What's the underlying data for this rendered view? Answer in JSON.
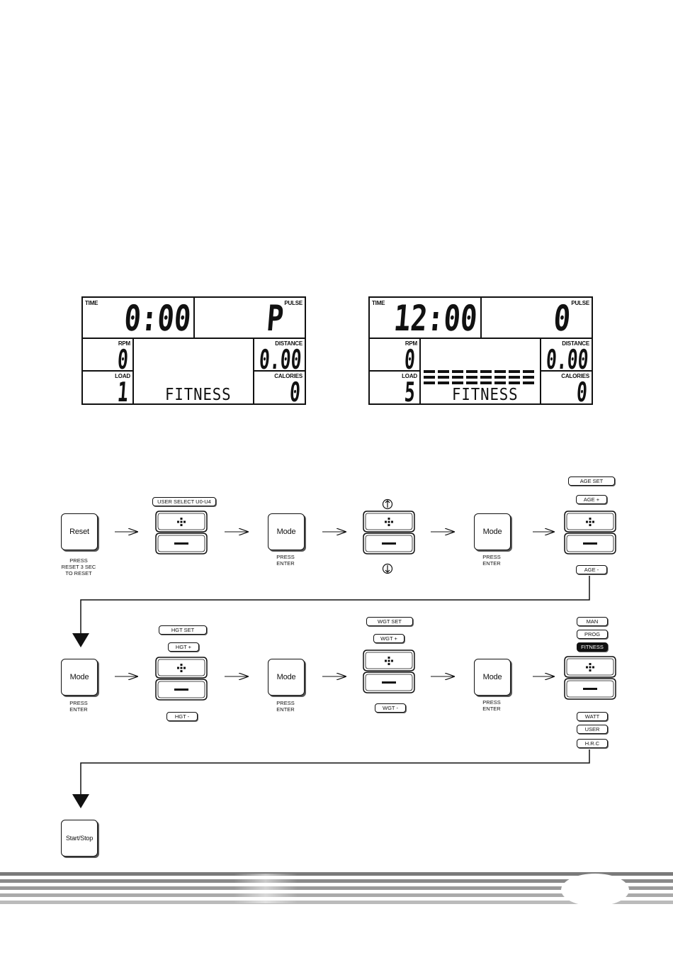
{
  "lcd_left": {
    "time_label": "TIME",
    "time_value": "0:00",
    "pulse_label": "PULSE",
    "pulse_value": "P",
    "rpm_label": "RPM",
    "rpm_value": "0",
    "distance_label": "DISTANCE",
    "distance_value": "0.00",
    "load_label": "LOAD",
    "load_value": "1",
    "calories_label": "CALORIES",
    "calories_value": "0",
    "program_text": "FITNESS"
  },
  "lcd_right": {
    "time_label": "TIME",
    "time_value": "12:00",
    "pulse_label": "PULSE",
    "pulse_value": "0",
    "rpm_label": "RPM",
    "rpm_value": "0",
    "distance_label": "DISTANCE",
    "distance_value": "0.00",
    "load_label": "LOAD",
    "load_value": "5",
    "calories_label": "CALORIES",
    "calories_value": "0",
    "program_text": "FITNESS"
  },
  "flow": {
    "reset": {
      "label": "Reset",
      "caption": "PRESS\nRESET 3 SEC\nTO RESET"
    },
    "user_select": "USER SELECT U0-U4",
    "mode": "Mode",
    "press_enter": "PRESS\nENTER",
    "age_set": "AGE SET",
    "age_plus": "AGE +",
    "age_minus": "AGE -",
    "hgt_set": "HGT SET",
    "hgt_plus": "HGT +",
    "hgt_minus": "HGT -",
    "wgt_set": "WGT SET",
    "wgt_plus": "WGT +",
    "wgt_minus": "WGT -",
    "programs_top": [
      "MAN",
      "PROG",
      "FITNESS"
    ],
    "programs_bottom": [
      "WATT",
      "USER",
      "H.R.C"
    ],
    "start_stop": "Start/Stop"
  }
}
